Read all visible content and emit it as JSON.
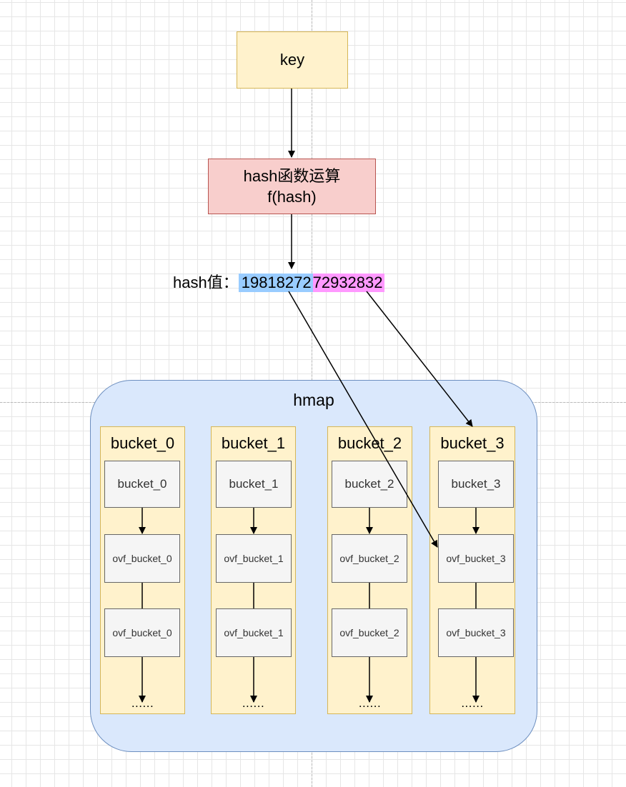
{
  "key_label": "key",
  "hash_function": {
    "line1": "hash函数运算",
    "line2": "f(hash)"
  },
  "hash_value": {
    "prefix": "hash值：",
    "part1": "19818272",
    "part2": "72932832"
  },
  "hmap": {
    "title": "hmap",
    "buckets": [
      {
        "title": "bucket_0",
        "head": "bucket_0",
        "overflow": [
          "ovf_bucket_0",
          "ovf_bucket_0"
        ],
        "more": "......"
      },
      {
        "title": "bucket_1",
        "head": "bucket_1",
        "overflow": [
          "ovf_bucket_1",
          "ovf_bucket_1"
        ],
        "more": "......"
      },
      {
        "title": "bucket_2",
        "head": "bucket_2",
        "overflow": [
          "ovf_bucket_2",
          "ovf_bucket_2"
        ],
        "more": "......"
      },
      {
        "title": "bucket_3",
        "head": "bucket_3",
        "overflow": [
          "ovf_bucket_3",
          "ovf_bucket_3"
        ],
        "more": "......"
      }
    ]
  },
  "colors": {
    "key_fill": "#fff2cc",
    "key_stroke": "#d6b656",
    "hash_fill": "#f8cecc",
    "hash_stroke": "#b85450",
    "hmap_fill": "#dae8fc",
    "hmap_stroke": "#6c8ebf",
    "cell_fill": "#f5f5f5",
    "cell_stroke": "#666666",
    "hash_part1_highlight": "#99ccff",
    "hash_part2_highlight": "#ff99ff"
  }
}
